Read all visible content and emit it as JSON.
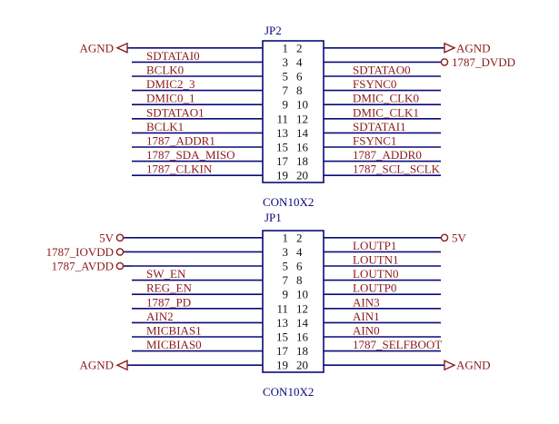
{
  "connectors": [
    {
      "ref": "JP2",
      "type": "CON10X2",
      "odd_pins": [
        "1",
        "3",
        "5",
        "7",
        "9",
        "11",
        "13",
        "15",
        "17",
        "19"
      ],
      "even_pins": [
        "2",
        "4",
        "6",
        "8",
        "10",
        "12",
        "14",
        "16",
        "18",
        "20"
      ],
      "left_labels": [
        "",
        "SDTATAI0",
        "BCLK0",
        "DMIC2_3",
        "DMIC0_1",
        "SDTATAO1",
        "BCLK1",
        "1787_ADDR1",
        "1787_SDA_MISO",
        "1787_CLKIN"
      ],
      "right_labels": [
        "",
        "",
        "SDTATAO0",
        "FSYNC0",
        "DMIC_CLK0",
        "DMIC_CLK1",
        "SDTATAI1",
        "FSYNC1",
        "1787_ADDR0",
        "1787_SCL_SCLK"
      ],
      "left_ports": [
        {
          "row": 0,
          "name": "AGND",
          "symbol": "gnd"
        }
      ],
      "right_ports": [
        {
          "row": 0,
          "name": "AGND",
          "symbol": "gnd"
        },
        {
          "row": 1,
          "name": "1787_DVDD",
          "symbol": "circle"
        }
      ]
    },
    {
      "ref": "JP1",
      "type": "CON10X2",
      "odd_pins": [
        "1",
        "3",
        "5",
        "7",
        "9",
        "11",
        "13",
        "15",
        "17",
        "19"
      ],
      "even_pins": [
        "2",
        "4",
        "6",
        "8",
        "10",
        "12",
        "14",
        "16",
        "18",
        "20"
      ],
      "left_labels": [
        "",
        "",
        "",
        "SW_EN",
        "REG_EN",
        "1787_PD",
        "AIN2",
        "MICBIAS1",
        "MICBIAS0",
        ""
      ],
      "right_labels": [
        "",
        "LOUTP1",
        "LOUTN1",
        "LOUTN0",
        "LOUTP0",
        "AIN3",
        "AIN1",
        "AIN0",
        "1787_SELFBOOT",
        ""
      ],
      "left_ports": [
        {
          "row": 0,
          "name": "5V",
          "symbol": "circle"
        },
        {
          "row": 1,
          "name": "1787_IOVDD",
          "symbol": "circle"
        },
        {
          "row": 2,
          "name": "1787_AVDD",
          "symbol": "circle"
        },
        {
          "row": 9,
          "name": "AGND",
          "symbol": "gnd"
        }
      ],
      "right_ports": [
        {
          "row": 0,
          "name": "5V",
          "symbol": "circle"
        },
        {
          "row": 9,
          "name": "AGND",
          "symbol": "gnd"
        }
      ]
    }
  ]
}
